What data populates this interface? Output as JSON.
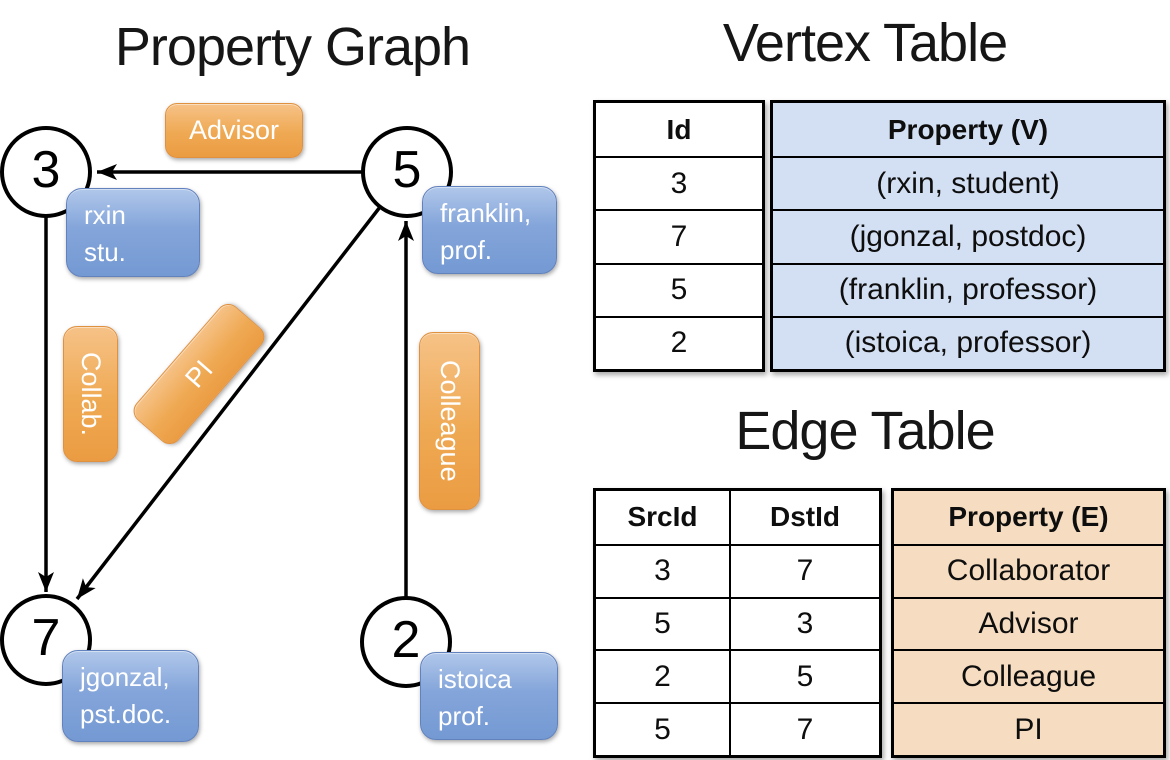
{
  "colors": {
    "edge_label_orange": "#efa953",
    "vertex_prop_blue": "#84a5da",
    "vertex_table_cell_bg": "#d3dff2",
    "edge_table_cell_bg": "#f6dcc0",
    "line_black": "#000000"
  },
  "graph": {
    "title": "Property Graph",
    "vertices": [
      {
        "id": "3",
        "line1": "rxin",
        "line2": "stu."
      },
      {
        "id": "5",
        "line1": "franklin,",
        "line2": "prof."
      },
      {
        "id": "7",
        "line1": "jgonzal,",
        "line2": "pst.doc."
      },
      {
        "id": "2",
        "line1": "istoica",
        "line2": "prof."
      }
    ],
    "edges": [
      {
        "src": "5",
        "dst": "3",
        "label": "Advisor"
      },
      {
        "src": "3",
        "dst": "7",
        "label": "Collab."
      },
      {
        "src": "5",
        "dst": "7",
        "label": "PI"
      },
      {
        "src": "2",
        "dst": "5",
        "label": "Colleague"
      }
    ]
  },
  "vertex_table": {
    "title": "Vertex Table",
    "headers": [
      "Id",
      "Property (V)"
    ],
    "rows": [
      [
        "3",
        "(rxin, student)"
      ],
      [
        "7",
        "(jgonzal, postdoc)"
      ],
      [
        "5",
        "(franklin, professor)"
      ],
      [
        "2",
        "(istoica, professor)"
      ]
    ]
  },
  "edge_table": {
    "title": "Edge Table",
    "headers": [
      "SrcId",
      "DstId",
      "Property (E)"
    ],
    "rows": [
      [
        "3",
        "7",
        "Collaborator"
      ],
      [
        "5",
        "3",
        "Advisor"
      ],
      [
        "2",
        "5",
        "Colleague"
      ],
      [
        "5",
        "7",
        "PI"
      ]
    ]
  }
}
